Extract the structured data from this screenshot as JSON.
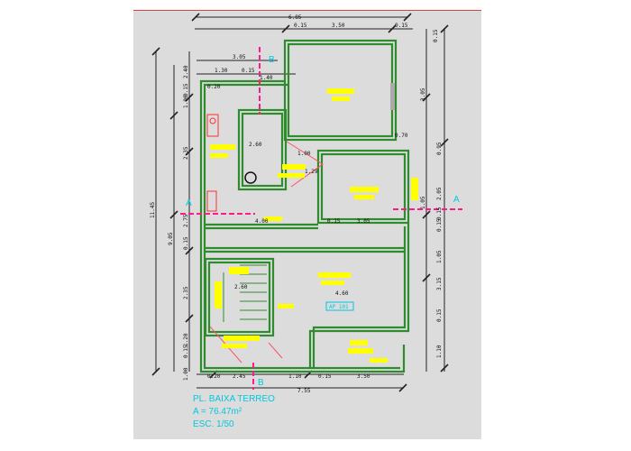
{
  "drawing": {
    "title": "PL. BAIXA TERREO",
    "area": "A = 76.47m²",
    "scale": "ESC. 1/50",
    "tag": "AP 101",
    "section_marks": [
      "A",
      "A",
      "B",
      "B"
    ],
    "dims_top": [
      "6.85",
      "0.15",
      "3.50",
      "0.15"
    ],
    "dims_top_inner": [
      "3.05",
      "1.30",
      "0.15",
      "1.40",
      "0.20"
    ],
    "dims_mid": [
      "4.00",
      "0.15",
      "3.05",
      "1.00",
      "0.70",
      "4.60",
      "2.60",
      "2.60",
      "1.29"
    ],
    "dims_bottom": [
      "0.20",
      "2.45",
      "1.10",
      "0.15",
      "3.50",
      "7.55"
    ],
    "dims_left": [
      "11.45",
      "9.05",
      "2.40",
      "0.15",
      "1.00",
      "2.35",
      "2.75",
      "0.15",
      "2.35",
      "1.20",
      "0.15",
      "1.00"
    ],
    "dims_right": [
      "0.15",
      "3.05",
      "0.95",
      "2.05",
      "0.15",
      "0.15",
      "1.05",
      "3.15",
      "0.15",
      "1.10",
      "1.05"
    ]
  },
  "colors": {
    "background": "#dcdcdc",
    "wall": "#2e8b2e",
    "dimension": "#222222",
    "room_label": "#ffff00",
    "title": "#00c8e0",
    "section": "#ff1a8c",
    "accent": "#ff2020"
  }
}
